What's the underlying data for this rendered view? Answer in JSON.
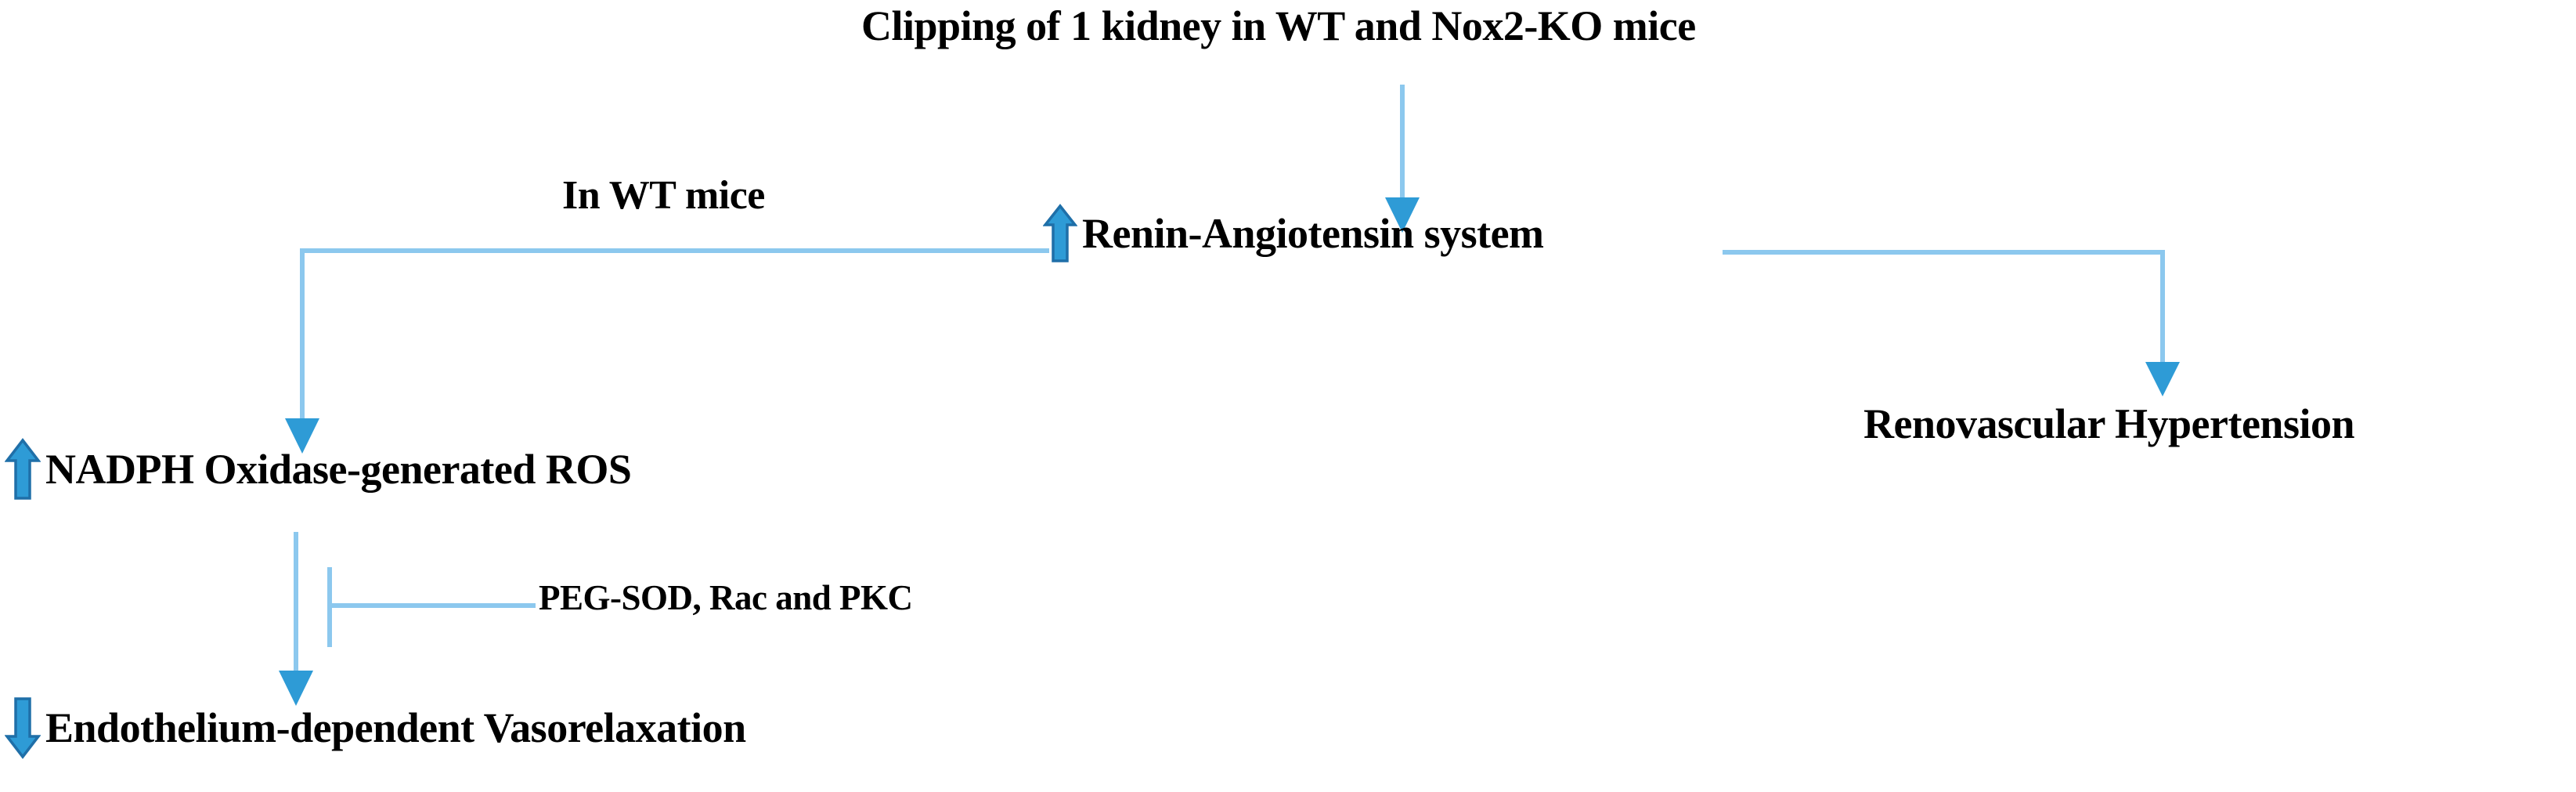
{
  "figure": {
    "type": "flow-diagram",
    "background_color": "#ffffff",
    "colors": {
      "text": "#000000",
      "connector_line": "#8CC8EE",
      "connector_arrowhead": "#2E9BD6",
      "indicator_fill": "#2E9BD6",
      "indicator_stroke": "#1F6FA8"
    }
  },
  "nodes": {
    "title": {
      "text": "Clipping of 1 kidney in WT and Nox2-KO mice",
      "indicator": "none"
    },
    "condition_label": {
      "text": "In WT mice",
      "indicator": "none"
    },
    "renin": {
      "text": "Renin-Angiotensin system",
      "indicator": "up-arrow-icon"
    },
    "renovascular": {
      "text": "Renovascular Hypertension",
      "indicator": "none"
    },
    "nadph": {
      "text": "NADPH Oxidase-generated ROS",
      "indicator": "up-arrow-icon"
    },
    "inhibitors": {
      "text": "PEG-SOD, Rac and PKC",
      "indicator": "none"
    },
    "endothelium": {
      "text": "Endothelium-dependent Vasorelaxation",
      "indicator": "down-arrow-icon"
    }
  },
  "connectors": [
    {
      "name": "title-to-renin",
      "kind": "arrow",
      "from": "title",
      "to": "renin"
    },
    {
      "name": "renin-to-nadph",
      "kind": "elbow-arrow",
      "from": "renin",
      "to": "nadph",
      "label": "In WT mice"
    },
    {
      "name": "renin-to-renovascular",
      "kind": "elbow-arrow",
      "from": "renin",
      "to": "renovascular"
    },
    {
      "name": "nadph-to-endothelium",
      "kind": "arrow",
      "from": "nadph",
      "to": "endothelium"
    },
    {
      "name": "inhibitors-to-pathway",
      "kind": "inhibition-bar",
      "from": "inhibitors",
      "to": "nadph-to-endothelium"
    }
  ]
}
